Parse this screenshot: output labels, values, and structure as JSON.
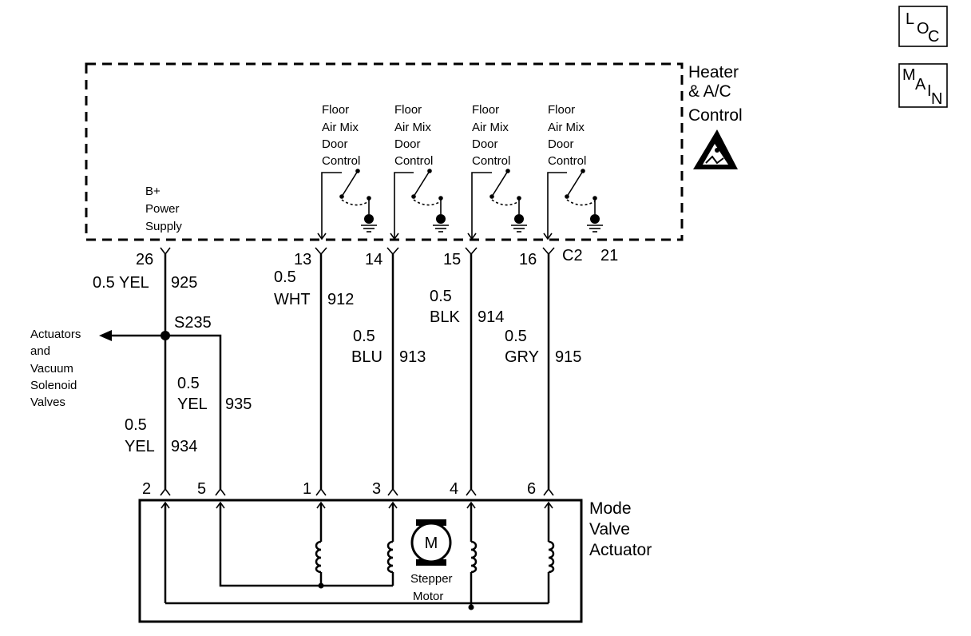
{
  "badges": {
    "loc": [
      "L",
      "O",
      "C"
    ],
    "main": [
      "M",
      "A",
      "I",
      "N"
    ]
  },
  "control": {
    "title": [
      "Heater",
      "& A/C",
      "Control"
    ],
    "connector": "C2",
    "ground_pin": "21"
  },
  "power_supply": [
    "B+",
    "Power",
    "Supply"
  ],
  "switch_label": [
    "Floor",
    "Air Mix",
    "Door",
    "Control"
  ],
  "pins_top": {
    "p26": "26",
    "p13": "13",
    "p14": "14",
    "p15": "15",
    "p16": "16"
  },
  "wires": {
    "w925": [
      "0.5 YEL",
      "925"
    ],
    "w912": [
      "0.5",
      "WHT",
      "912"
    ],
    "w913": [
      "0.5",
      "BLU",
      "913"
    ],
    "w914": [
      "0.5",
      "BLK",
      "914"
    ],
    "w915": [
      "0.5",
      "GRY",
      "915"
    ],
    "w935": [
      "0.5",
      "YEL",
      "935"
    ],
    "w934": [
      "0.5",
      "YEL",
      "934"
    ]
  },
  "splice": "S235",
  "actuators": [
    "Actuators",
    "and",
    "Vacuum",
    "Solenoid",
    "Valves"
  ],
  "pins_bottom": {
    "p2": "2",
    "p5": "5",
    "p1": "1",
    "p3": "3",
    "p4": "4",
    "p6": "6"
  },
  "actuator": {
    "title": [
      "Mode",
      "Valve",
      "Actuator"
    ],
    "motor_symbol": "M",
    "motor_label": [
      "Stepper",
      "Motor"
    ]
  }
}
